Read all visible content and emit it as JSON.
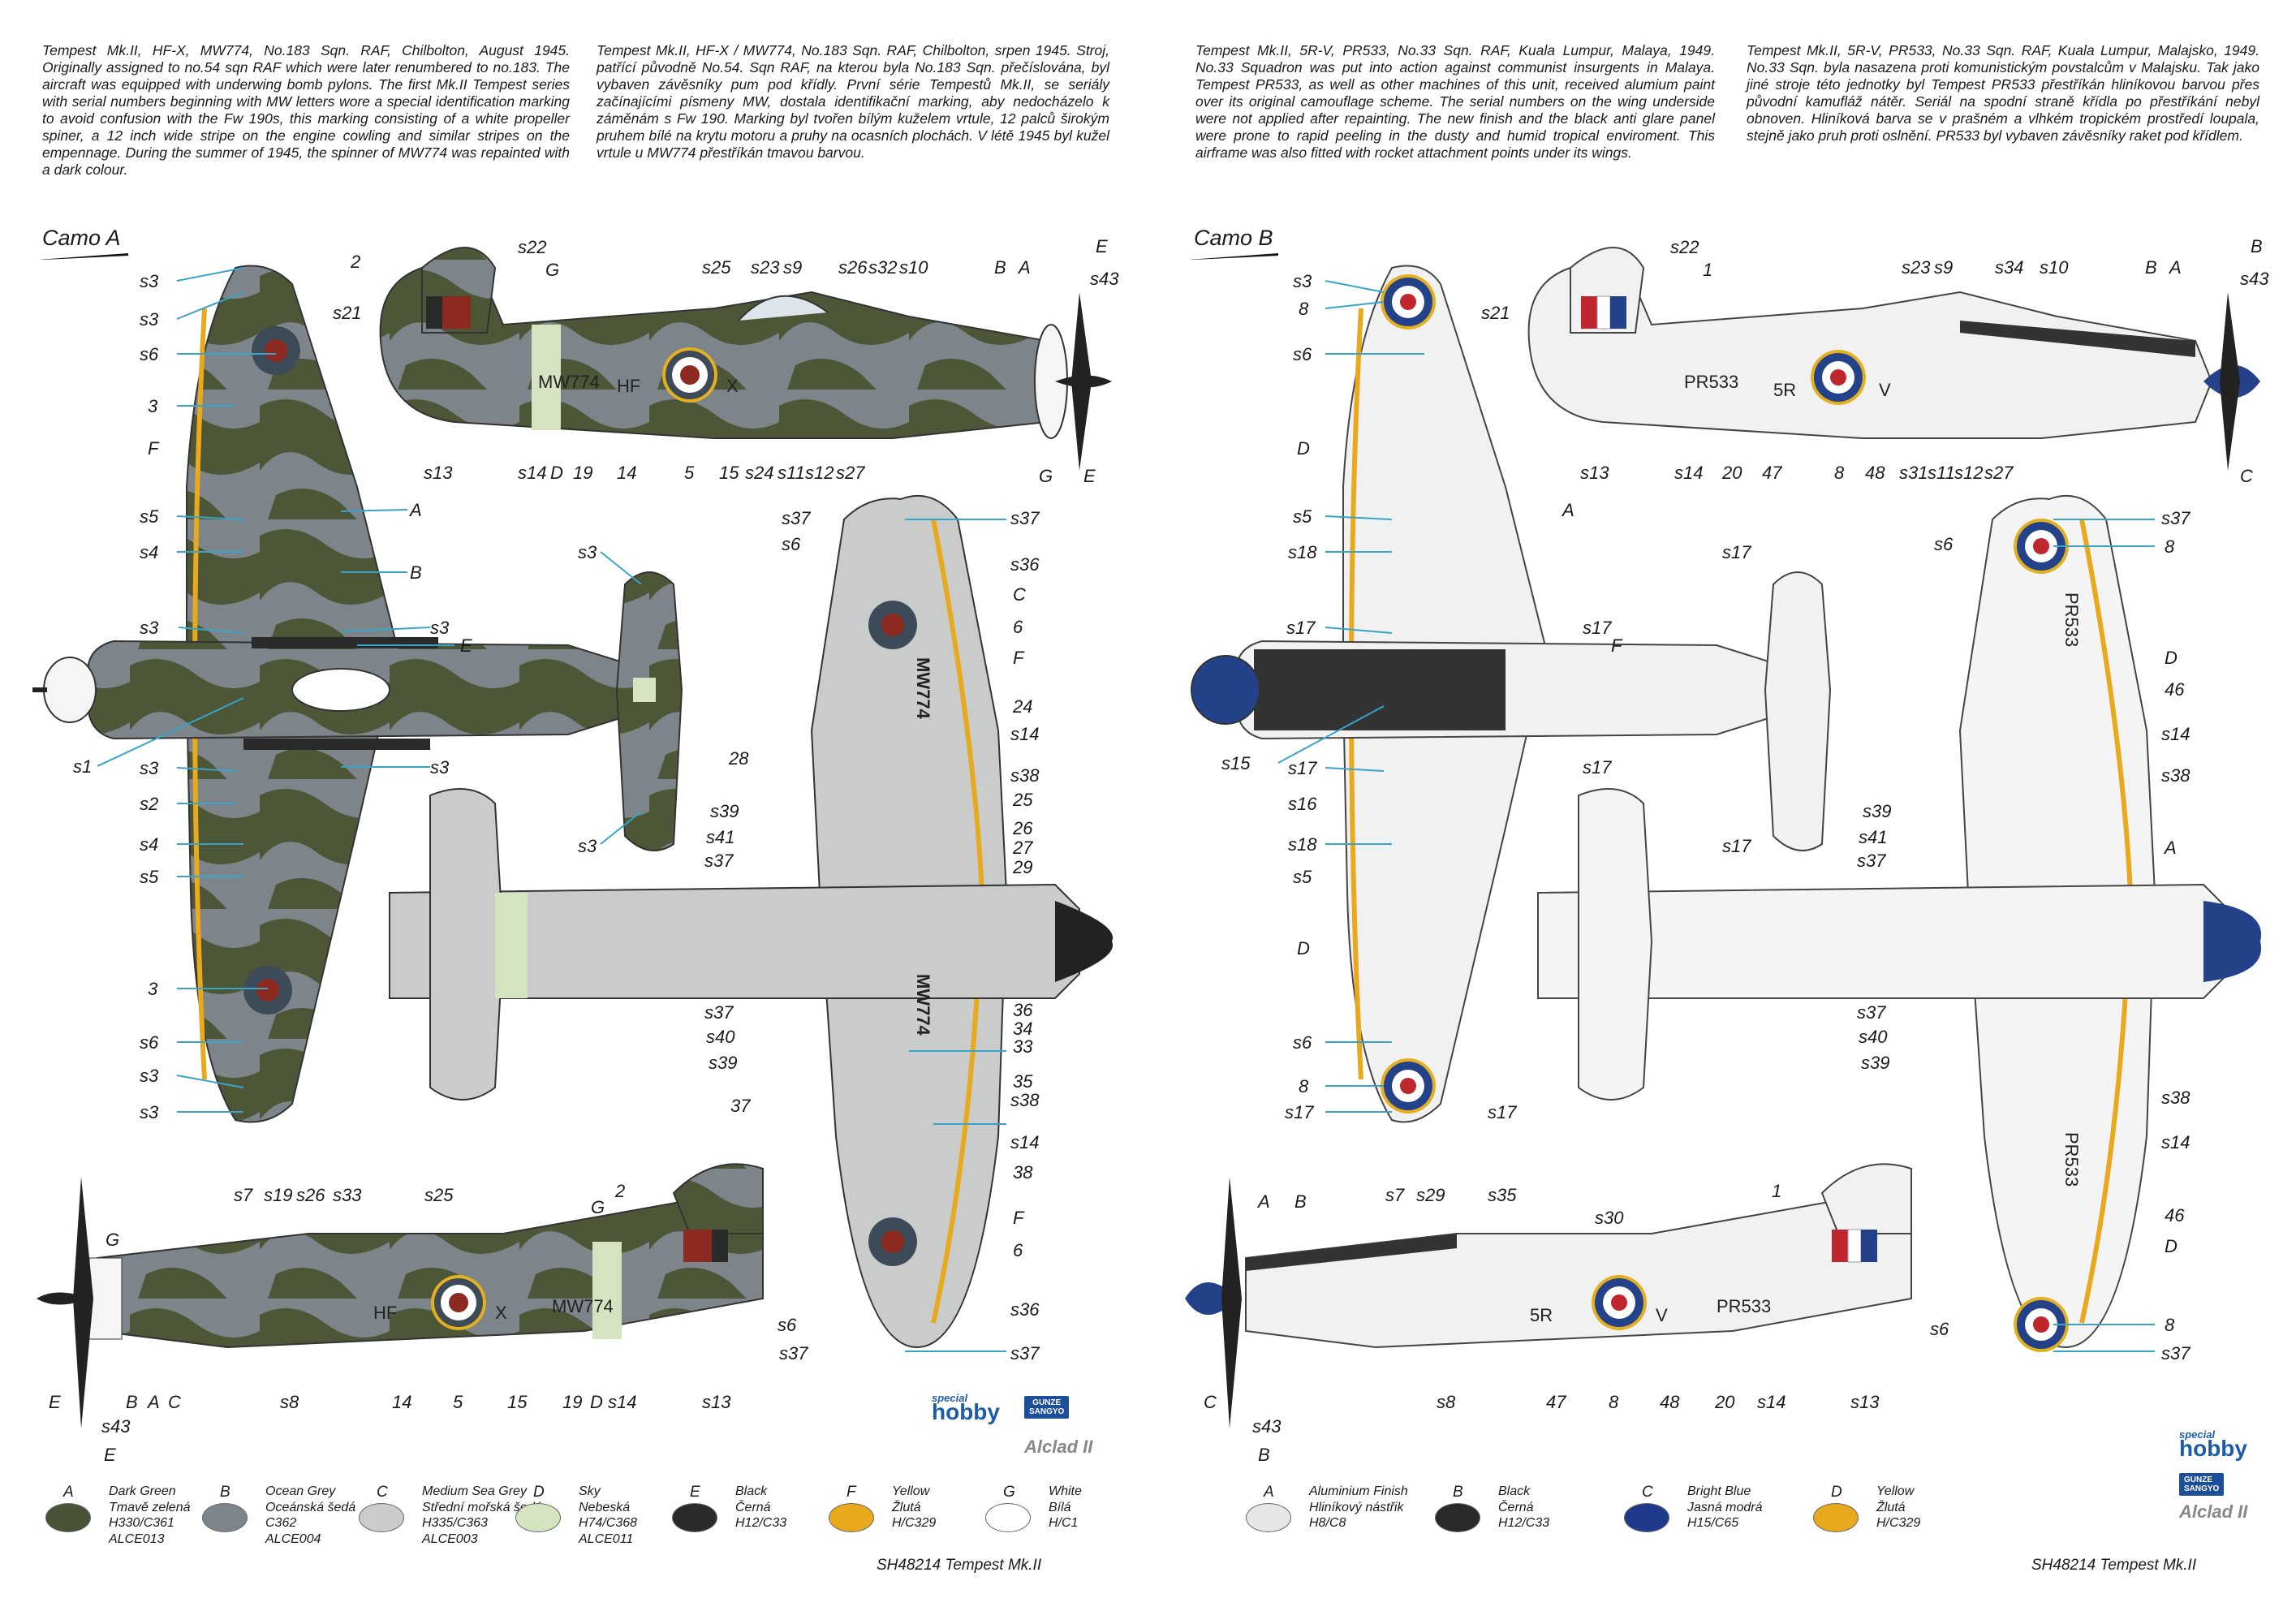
{
  "left": {
    "desc_en": "Tempest Mk.II, HF-X, MW774, No.183 Sqn. RAF, Chilbolton, August 1945. Originally assigned to no.54 sqn RAF which were later renumbered to no.183. The aircraft was equipped with underwing bomb pylons. The first Mk.II Tempest series with serial numbers beginning with MW letters wore a special identification marking to avoid confusion with the Fw 190s, this marking consisting of a white propeller spiner, a 12 inch wide stripe on the engine cowling and similar stripes on the empennage. During the summer of 1945, the spinner of MW774 was repainted with a dark colour.",
    "desc_cz": "Tempest Mk.II, HF-X / MW774, No.183 Sqn. RAF, Chilbolton, srpen 1945. Stroj, patřící původně No.54. Sqn RAF, na kterou byla No.183 Sqn. přečíslována, byl vybaven závěsníky pum pod křídly. První série Tempestů Mk.II, se seriály začínajícími písmeny MW, dostala identifikační marking, aby nedocházelo k záměnám s Fw 190. Marking byl tvořen bílým kuželem vrtule, 12 palců širokým pruhem bílé na krytu motoru a pruhy na ocasních plochách. V létě 1945 byl kužel vrtule u MW774 přestříkán tmavou barvou.",
    "camo_title": "Camo A",
    "fuselage_code_left": "HF",
    "fuselage_code_right": "X",
    "serial_side": "MW774",
    "serial_wing_top": "MW774",
    "serial_wing_bottom": "MW774",
    "footer": "SH48214  Tempest Mk.II",
    "swatches": [
      {
        "letter": "A",
        "color": "#4a5236",
        "lines": [
          "Dark Green",
          "Tmavě zelená",
          "H330/C361",
          "ALCE013"
        ]
      },
      {
        "letter": "B",
        "color": "#7d858a",
        "lines": [
          "Ocean Grey",
          "Oceánská šedá",
          "C362",
          "ALCE004"
        ]
      },
      {
        "letter": "C",
        "color": "#c9ccca",
        "lines": [
          "Medium Sea Grey",
          "Střední mořská šedá",
          "H335/C363",
          "ALCE003"
        ]
      },
      {
        "letter": "D",
        "color": "#d6e3c0",
        "lines": [
          "Sky",
          "Nebeská",
          "H74/C368",
          "ALCE011"
        ]
      },
      {
        "letter": "E",
        "color": "#2a2a2a",
        "lines": [
          "Black",
          "Černá",
          "H12/C33"
        ]
      },
      {
        "letter": "F",
        "color": "#e8a91c",
        "lines": [
          "Yellow",
          "Žlutá",
          "H/C329"
        ]
      },
      {
        "letter": "G",
        "color": "#ffffff",
        "lines": [
          "White",
          "Bílá",
          "H/C1"
        ]
      }
    ]
  },
  "right": {
    "desc_en": "Tempest Mk.II, 5R-V, PR533, No.33 Sqn. RAF, Kuala Lumpur, Malaya, 1949. No.33 Squadron was put into action against communist insurgents in Malaya. Tempest PR533, as well as other machines of this unit, received alumium paint over its original camouflage scheme. The serial numbers on the wing underside were not applied after repainting. The new finish and the black anti glare panel were prone to rapid peeling in the dusty and humid tropical enviroment. This airframe was also fitted with rocket attachment points under its wings.",
    "desc_cz": "Tempest Mk.II, 5R-V, PR533, No.33 Sqn. RAF, Kuala Lumpur, Malajsko, 1949. No.33 Sqn. byla nasazena proti komunistickým povstalcům v Malajsku. Tak jako jiné stroje této jednotky byl Tempest PR533 přestříkán hliníkovou barvou přes původní kamufláž nátěr. Seriál na spodní straně křídla po přestříkání nebyl obnoven. Hliníková barva se v prašném a vlhkém tropickém prostředí loupala, stejně jako pruh proti oslnění. PR533 byl vybaven závěsníky raket pod křídlem.",
    "camo_title": "Camo B",
    "fuselage_code_left": "5R",
    "fuselage_code_right": "V",
    "serial_side": "PR533",
    "serial_wing": "PR533",
    "footer": "SH48214  Tempest Mk.II",
    "swatches": [
      {
        "letter": "A",
        "color": "#e6e6e6",
        "lines": [
          "Aluminium Finish",
          "Hliníkový nástřik",
          "H8/C8"
        ]
      },
      {
        "letter": "B",
        "color": "#2a2a2a",
        "lines": [
          "Black",
          "Černá",
          "H12/C33"
        ]
      },
      {
        "letter": "C",
        "color": "#1f3a8a",
        "lines": [
          "Bright Blue",
          "Jasná modrá",
          "H15/C65"
        ]
      },
      {
        "letter": "D",
        "color": "#e8a91c",
        "lines": [
          "Yellow",
          "Žlutá",
          "H/C329"
        ]
      }
    ]
  },
  "logos": {
    "special_top": "special",
    "special_bottom": "hobby",
    "gunze_top": "GUNZE",
    "gunze_bottom": "SANGYO",
    "alclad": "Alclad II"
  },
  "labels_left": [
    "s3",
    "s3",
    "s6",
    "3",
    "F",
    "s5",
    "s4",
    "s3",
    "s1",
    "s3",
    "s2",
    "s4",
    "s5",
    "3",
    "s6",
    "s3",
    "s3",
    "A",
    "B",
    "s3",
    "E",
    "s3",
    "s3",
    "s3",
    "2",
    "s21",
    "s22",
    "G",
    "s13",
    "s14",
    "D",
    "19",
    "14",
    "5",
    "15",
    "s24",
    "s11",
    "s12",
    "s27",
    "s25",
    "s23",
    "s9",
    "s26",
    "s32",
    "s10",
    "B",
    "A",
    "E",
    "s43",
    "G",
    "E",
    "s37",
    "s6",
    "28",
    "s39",
    "s41",
    "s37",
    "s37",
    "s40",
    "s39",
    "37",
    "s6",
    "s37",
    "s37",
    "s36",
    "C",
    "6",
    "F",
    "24",
    "s14",
    "s38",
    "25",
    "26",
    "27",
    "29",
    "36",
    "34",
    "33",
    "35",
    "s38",
    "s14",
    "38",
    "F",
    "6",
    "s36",
    "s37",
    "G",
    "s7",
    "s19",
    "s26",
    "s33",
    "s25",
    "2",
    "G",
    "MW774",
    "E",
    "B",
    "A",
    "C",
    "s8",
    "14",
    "5",
    "15",
    "19",
    "D",
    "s14",
    "s13",
    "s43",
    "E"
  ],
  "labels_right": [
    "s3",
    "8",
    "s6",
    "D",
    "s5",
    "s18",
    "s17",
    "s15",
    "s17",
    "s16",
    "s18",
    "s5",
    "D",
    "s6",
    "8",
    "s17",
    "s17",
    "A",
    "s17",
    "F",
    "s17",
    "s17",
    "s17",
    "s22",
    "1",
    "s21",
    "s13",
    "s14",
    "20",
    "47",
    "8",
    "48",
    "s31",
    "s11",
    "s12",
    "s27",
    "s23",
    "s9",
    "s34",
    "s10",
    "B",
    "A",
    "B",
    "s43",
    "C",
    "s37",
    "8",
    "s6",
    "D",
    "46",
    "s14",
    "s38",
    "s39",
    "s41",
    "s37",
    "A",
    "s37",
    "s40",
    "s39",
    "s38",
    "s14",
    "46",
    "D",
    "s6",
    "8",
    "s37",
    "A",
    "B",
    "s7",
    "s29",
    "s35",
    "s30",
    "1",
    "C",
    "s8",
    "47",
    "8",
    "48",
    "20",
    "s14",
    "s13",
    "s43",
    "B"
  ]
}
